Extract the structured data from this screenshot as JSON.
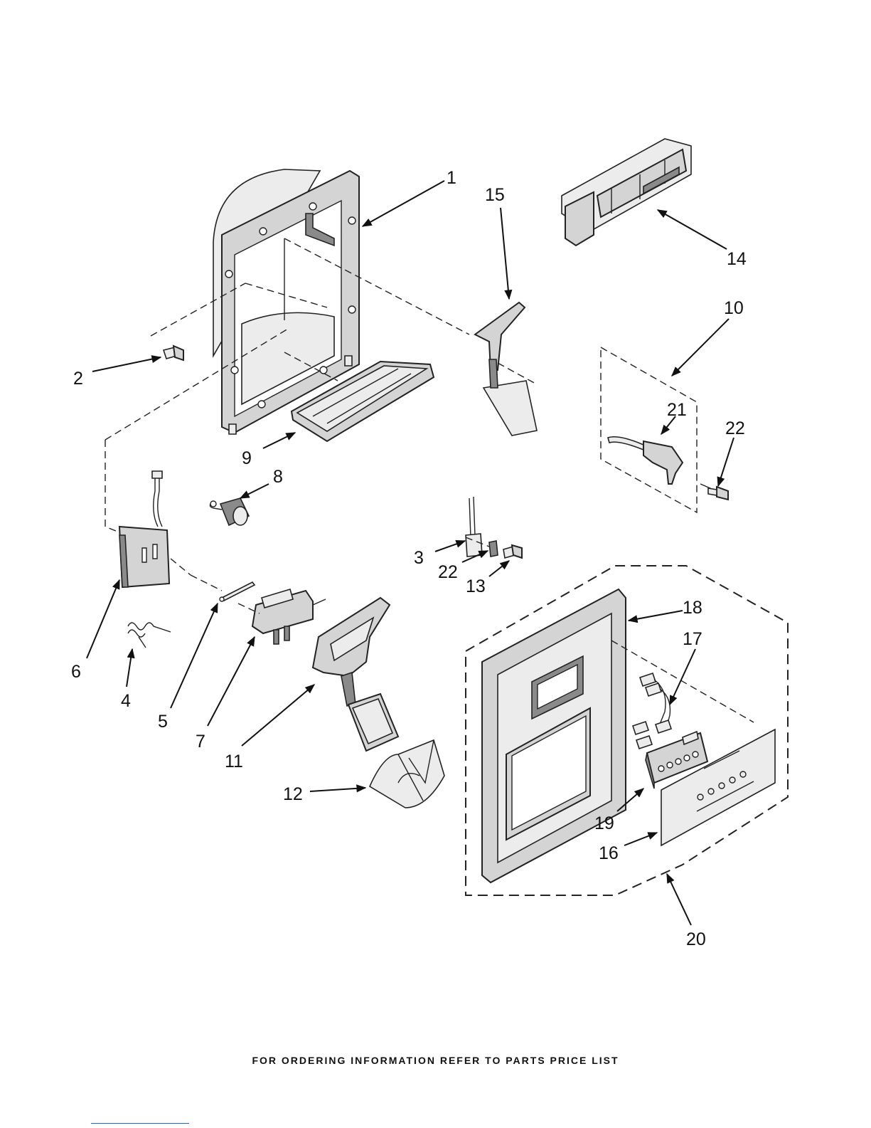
{
  "diagram": {
    "callouts": [
      {
        "id": "1",
        "label": "1"
      },
      {
        "id": "2",
        "label": "2"
      },
      {
        "id": "3",
        "label": "3"
      },
      {
        "id": "4",
        "label": "4"
      },
      {
        "id": "5",
        "label": "5"
      },
      {
        "id": "6",
        "label": "6"
      },
      {
        "id": "7",
        "label": "7"
      },
      {
        "id": "8",
        "label": "8"
      },
      {
        "id": "9",
        "label": "9"
      },
      {
        "id": "10",
        "label": "10"
      },
      {
        "id": "11",
        "label": "11"
      },
      {
        "id": "12",
        "label": "12"
      },
      {
        "id": "13",
        "label": "13"
      },
      {
        "id": "14",
        "label": "14"
      },
      {
        "id": "15",
        "label": "15"
      },
      {
        "id": "16",
        "label": "16"
      },
      {
        "id": "17",
        "label": "17"
      },
      {
        "id": "18",
        "label": "18"
      },
      {
        "id": "19",
        "label": "19"
      },
      {
        "id": "20",
        "label": "20"
      },
      {
        "id": "21",
        "label": "21"
      },
      {
        "id": "22a",
        "label": "22"
      },
      {
        "id": "22b",
        "label": "22"
      }
    ]
  },
  "footer": {
    "text": "FOR ORDERING INFORMATION REFER TO PARTS PRICE LIST"
  }
}
